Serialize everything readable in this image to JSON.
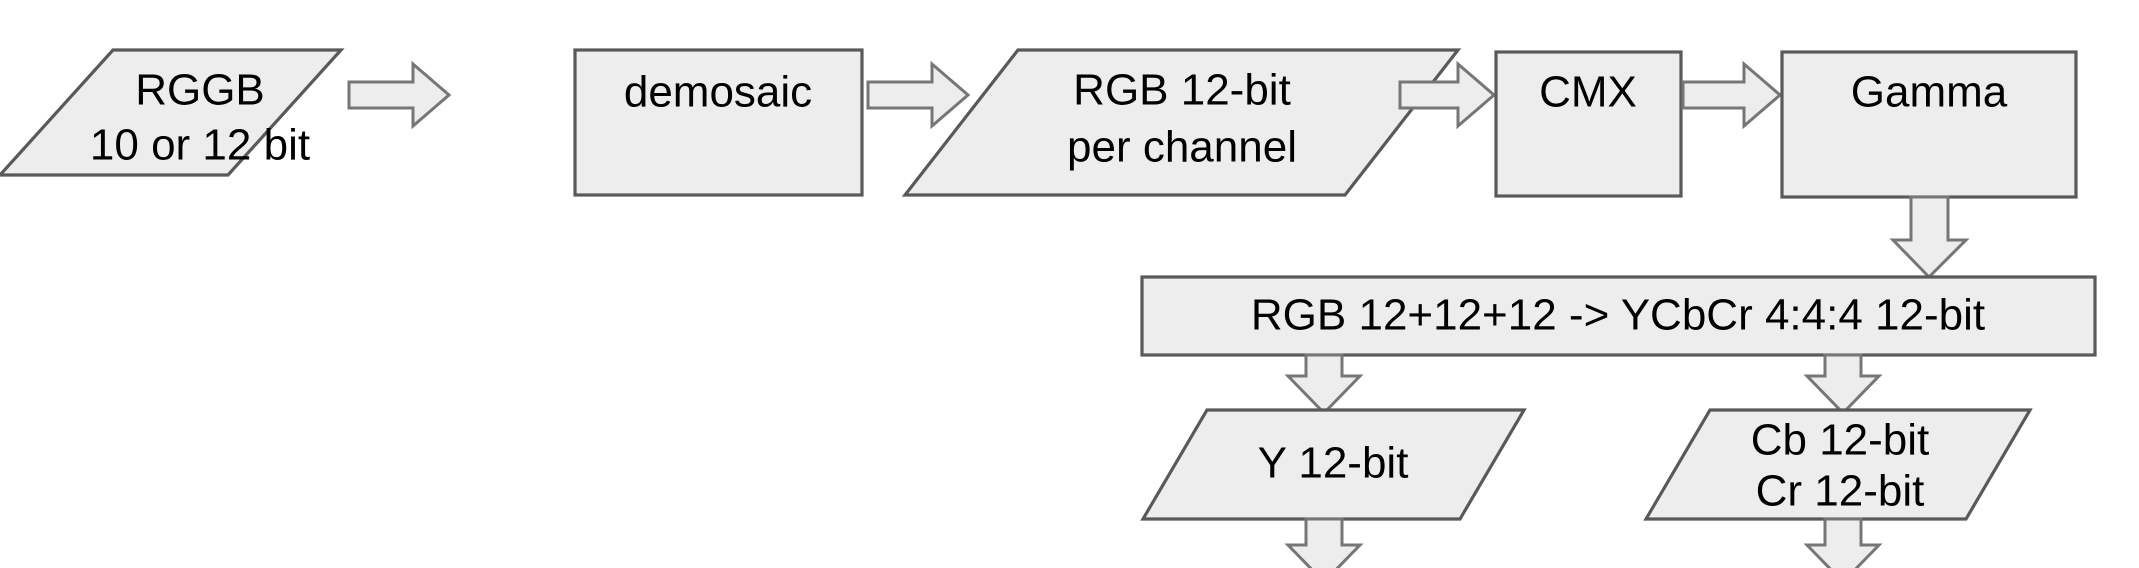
{
  "diagram": {
    "title": "Image Signal Processing Pipeline",
    "type": "flowchart",
    "background_color": "#ffffff",
    "shape_fill_color": "#ededed",
    "shape_stroke_color": "#595959",
    "arrow_stroke_color": "#767676",
    "text_color": "#000000",
    "nodes": [
      {
        "id": "rggb",
        "shape": "parallelogram",
        "lines": [
          "RGGB",
          "10 or 12 bit"
        ],
        "line1": "RGGB",
        "line2": "10 or 12 bit"
      },
      {
        "id": "demosaic",
        "shape": "rectangle",
        "lines": [
          "demosaic"
        ],
        "line1": "demosaic"
      },
      {
        "id": "rgb12",
        "shape": "parallelogram",
        "lines": [
          "RGB 12-bit",
          "per channel"
        ],
        "line1": "RGB 12-bit",
        "line2": "per channel"
      },
      {
        "id": "cmx",
        "shape": "rectangle",
        "lines": [
          "CMX"
        ],
        "line1": "CMX"
      },
      {
        "id": "gamma",
        "shape": "rectangle",
        "lines": [
          "Gamma"
        ],
        "line1": "Gamma"
      },
      {
        "id": "rgb2ycbcr",
        "shape": "rectangle",
        "lines": [
          "RGB 12+12+12 -> YCbCr 4:4:4 12-bit"
        ],
        "line1": "RGB 12+12+12 -> YCbCr 4:4:4 12-bit"
      },
      {
        "id": "y12",
        "shape": "parallelogram",
        "lines": [
          "Y 12-bit"
        ],
        "line1": "Y 12-bit"
      },
      {
        "id": "cbcr12",
        "shape": "parallelogram",
        "lines": [
          "Cb 12-bit",
          "Cr 12-bit"
        ],
        "line1": "Cb 12-bit",
        "line2": "Cr 12-bit"
      }
    ],
    "connectors": [
      {
        "id": "rggb-to-demosaic",
        "direction": "right"
      },
      {
        "id": "demosaic-to-rgb12",
        "direction": "right"
      },
      {
        "id": "rgb12-to-cmx",
        "direction": "right"
      },
      {
        "id": "cmx-to-gamma",
        "direction": "right"
      },
      {
        "id": "gamma-to-rgb2ycbcr",
        "direction": "down"
      },
      {
        "id": "rgb2ycbcr-to-y12",
        "direction": "down"
      },
      {
        "id": "rgb2ycbcr-to-cbcr12",
        "direction": "down"
      },
      {
        "id": "y12-out",
        "direction": "down"
      },
      {
        "id": "cbcr12-out",
        "direction": "down"
      }
    ]
  }
}
